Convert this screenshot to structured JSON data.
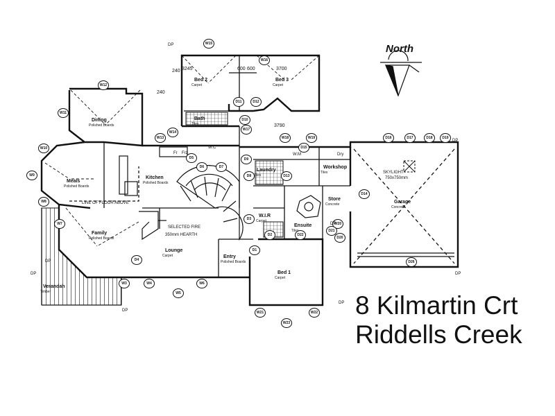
{
  "title": "",
  "address": {
    "line1": "8 Kilmartin Crt",
    "line2": "Riddells Creek"
  },
  "compass_label": "North",
  "rooms": [
    {
      "id": "dining",
      "name": "Dining",
      "floor": "Polished Boards"
    },
    {
      "id": "meals",
      "name": "Meals",
      "floor": "Polished Boards"
    },
    {
      "id": "kitchen",
      "name": "Kitchen",
      "floor": "Polished Boards"
    },
    {
      "id": "family",
      "name": "Family",
      "floor": "Polished Boards"
    },
    {
      "id": "lounge",
      "name": "Lounge",
      "floor": "Carpet"
    },
    {
      "id": "entry",
      "name": "Entry",
      "floor": "Polished Boards"
    },
    {
      "id": "bed1",
      "name": "Bed 1",
      "floor": "Carpet"
    },
    {
      "id": "bed2",
      "name": "Bed 2",
      "floor": "Carpet"
    },
    {
      "id": "bed3",
      "name": "Bed 3",
      "floor": "Carpet"
    },
    {
      "id": "bath",
      "name": "Bath",
      "floor": "Tiles"
    },
    {
      "id": "laundry",
      "name": "Laundry",
      "floor": "Tiles"
    },
    {
      "id": "workshop",
      "name": "Workshop",
      "floor": "Tiles"
    },
    {
      "id": "store",
      "name": "Store",
      "floor": "Concrete"
    },
    {
      "id": "garage",
      "name": "Garage",
      "floor": "Concrete"
    },
    {
      "id": "ensuite",
      "name": "Ensuite",
      "floor": "Tiles"
    },
    {
      "id": "wir",
      "name": "W.I.R",
      "floor": "Carpet"
    },
    {
      "id": "verandah",
      "name": "Verandah",
      "floor": "Timber"
    }
  ],
  "notes": {
    "floor_above": "LINE OF FLOOR ABOVE",
    "fire": "SELECTED FIRE",
    "hearth": "350mm HEARTH",
    "skylight": "SKYLIGHT",
    "skylight_size": "750x750mm"
  },
  "dimensions": {
    "bed2_width": "3245",
    "robe_left": "600",
    "robe_right": "600",
    "bed3_width": "3700",
    "corridor": "3790",
    "wall_240_a": "240",
    "wall_240_b": "240"
  },
  "windows": [
    "W12",
    "W11",
    "W10",
    "W9",
    "W8",
    "W7",
    "W13",
    "W14",
    "W15",
    "W16",
    "W17",
    "W18",
    "W19",
    "W20",
    "W21",
    "W22",
    "W23",
    "W3",
    "W4",
    "W5",
    "W6"
  ],
  "doors": [
    "D1",
    "D2",
    "D3",
    "D4",
    "D5",
    "D6",
    "D7",
    "D8",
    "D9",
    "D10",
    "D11",
    "D12",
    "D13",
    "D14",
    "D15",
    "D16",
    "D17",
    "D18",
    "D19",
    "D20",
    "D21",
    "D22",
    "D26"
  ],
  "downpipe_label": "DP",
  "fixtures": {
    "wc": "W.C",
    "fridge": "Fr",
    "freezer": "Frz",
    "washing_machine": "W.M",
    "dryer": "Dry"
  },
  "colors": {
    "ink": "#111111",
    "paper": "#ffffff"
  }
}
